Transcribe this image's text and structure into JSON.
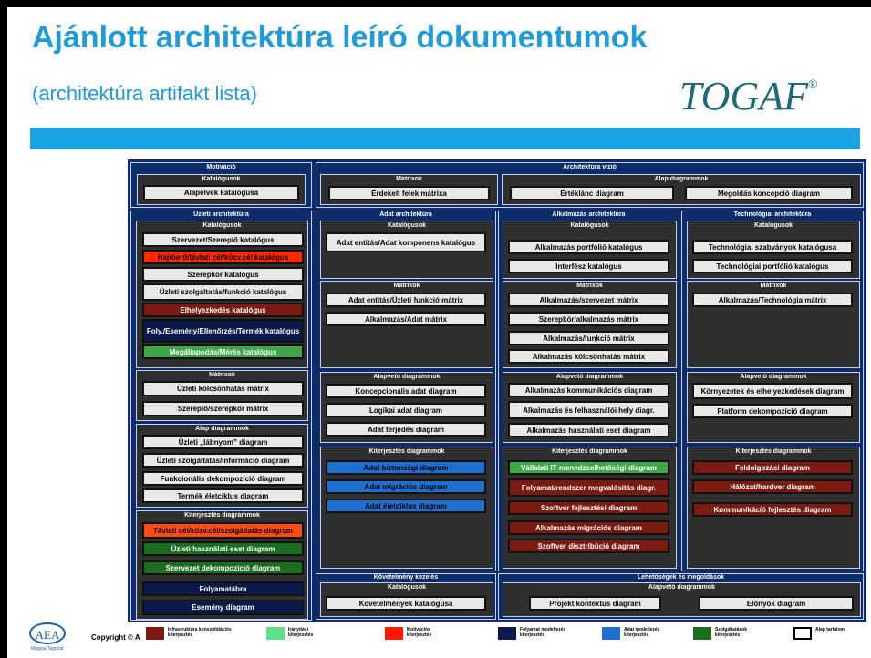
{
  "slide": {
    "title": "Ajánlott architektúra leíró dokumentumok",
    "subtitle": "(architektúra artifakt lista)",
    "logo": "TOGAF",
    "logo_mark": "®"
  },
  "sections": {
    "motivation": {
      "header": "Motiváció",
      "sub": "Katalógusok"
    },
    "vision": {
      "header": "Architektúra vízió",
      "matrices": "Mátrixok",
      "core": "Alap diagrammok"
    },
    "business": {
      "header": "Üzleti architektúra",
      "catalogs": "Katalógusok",
      "matrices": "Mátrixok",
      "core": "Alap diagrammok",
      "ext": "Kiterjesztés diagrammok"
    },
    "data": {
      "header": "Adat architektúra",
      "catalogs": "Katalógusok",
      "matrices": "Mátrixok",
      "core": "Alapvető diagrammok",
      "ext": "Kiterjesztés diagrammok"
    },
    "application": {
      "header": "Alkalmazás architektúra",
      "catalogs": "Katalógusok",
      "matrices": "Mátrixok",
      "core": "Alapvető diagrammok",
      "ext": "Kiterjesztés diagrammok"
    },
    "technology": {
      "header": "Technológiai architektúra",
      "catalogs": "Katalógusok",
      "matrices": "Mátrixok",
      "core": "Alapvető diagrammok",
      "ext": "Kiterjesztés diagrammok"
    },
    "requirements": {
      "header": "Követelmény kezelés",
      "catalogs": "Katalógusok"
    },
    "opportunities": {
      "header": "Lehetőségek és megoldások",
      "core": "Alapvető diagrammok"
    }
  },
  "items": {
    "alapelvek": "Alapelvek katalógusa",
    "erdekelt": "Érdekelt felek mátrixa",
    "ertekl": "Értéklánc diagram",
    "megoldas": "Megoldás koncepció diagram",
    "szervezet_kat": "Szervezet/Szereplő katalógus",
    "hajtoero": "Hajtóerő/távlati cél/közv.cél katalógus",
    "szerepkor": "Szerepkör katalógus",
    "uzleti_szolg": "Üzleti szolgáltatás/funkció katalógus",
    "elhelyezkedes": "Elhelyezkedés katalógus",
    "folyamat_kat": "Foly./Esemény/Ellenőrzés/Termék katalógus",
    "megallapodas": "Megállapodás/Mérés katalógus",
    "uzleti_kolcson": "Üzleti kölcsönhatás mátrix",
    "szereplo_matrix": "Szereplő/szerepkör mátrix",
    "uzleti_labnyom": "Üzleti „lábnyom” diagram",
    "uzleti_szolg_diag": "Üzleti szolgáltatás/információ diagram",
    "funkcionalis": "Funkcionális dekompozíció diagram",
    "termek_eletciklus": "Termék életciklus diagram",
    "tavlati_cel": "Távlati cél/közv.cél/szolgáltatás diagram",
    "uzleti_haszn": "Üzleti használati eset diagram",
    "szervezet_dekomp": "Szervezet dekompozíció diagram",
    "folyamatabra": "Folyamatábra",
    "esemeny": "Esemény diagram",
    "adat_entitas_kat": "Adat entitás/Adat komponens katalógus",
    "adat_entitas_matrix": "Adat entitás/Üzleti funkció mátrix",
    "alk_adat_matrix": "Alkalmazás/Adat mátrix",
    "koncepcionalis": "Koncepcionális adat diagram",
    "logikai": "Logikai adat diagram",
    "adat_terjedes": "Adat terjedés diagram",
    "adat_biztonsagi": "Adat biztonsági diagram",
    "adat_migracios": "Adat migrációs diagram",
    "adat_eletciklus": "Adat életciklus diagram",
    "alk_portfolio": "Alkalmazás portfólió katalógus",
    "interfesz": "Interfész katalógus",
    "alk_szervezet": "Alkalmazás/szervezet mátrix",
    "szerepkor_alk": "Szerepkör/alkalmazás mátrix",
    "alk_funkcio": "Alkalmazás/funkció mátrix",
    "alk_kolcson": "Alkalmazás kölcsönhatás mátrix",
    "alk_kommunikacios": "Alkalmazás kommunikációs diagram",
    "alk_felhasznaloi": "Alkalmazás és felhasználói hely diagr.",
    "alk_haszn": "Alkalmazás használati eset diagram",
    "vallalati_it": "Vállalati IT menedzselhetőségi diagram",
    "folyamat_rendszer": "Folyamat/rendszer megvalósítás diagr.",
    "szoftver_fejl": "Szoftver fejlesztési diagram",
    "alk_migracios": "Alkalmazás migrációs diagram",
    "szoftver_disztr": "Szoftver disztribúció diagram",
    "tech_szabvany": "Technológiai szabványok katalógusa",
    "tech_portfolio": "Technológiai portfólió katalógus",
    "alk_tech": "Alkalmazás/Technológia mátrix",
    "kornyezetek": "Környezetek és elhelyezkedések diagram",
    "platform": "Platform dekompozíció diagram",
    "feldolgozasi": "Feldolgozási diagram",
    "halozat": "Hálózat/hardver diagram",
    "kommunikacio": "Kommunikáció fejlesztés diagram",
    "kovetelmenyek": "Követelmények katalógusa",
    "projekt": "Projekt kontextus diagram",
    "elonyok": "Előnyök diagram"
  },
  "footer": {
    "logo": "AEA",
    "logo_sub": "Magyar Tagozat",
    "copyright": "Copyright © A",
    "legend": [
      {
        "label": "Infrastruktúra konszolidációs kiterjesztés",
        "color": "#7a1a10"
      },
      {
        "label": "Irányítási kiterjesztés",
        "color": "#5ee08a"
      },
      {
        "label": "Motivációs kiterjesztés",
        "color": "#ff1a00"
      },
      {
        "label": "Folyamat modellezés kiterjesztés",
        "color": "#0b1a4a"
      },
      {
        "label": "Adat modellezés kiterjesztés",
        "color": "#1f6fd0"
      },
      {
        "label": "Szolgáltatások kiterjesztés",
        "color": "#1b6e20"
      },
      {
        "label": "Alap tartalom",
        "color": "#ffffff"
      }
    ]
  }
}
